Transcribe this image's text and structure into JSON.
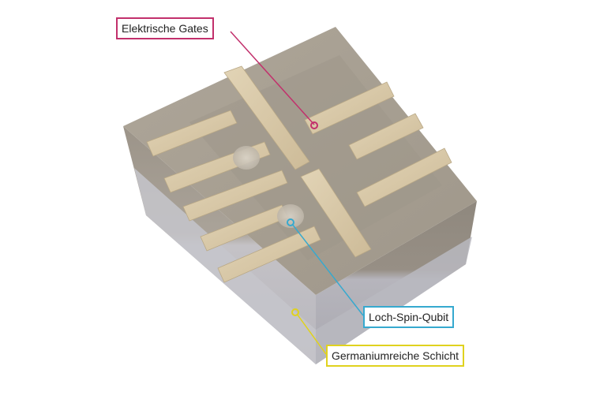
{
  "labels": {
    "gates": "Elektrische Gates",
    "qubit": "Loch-Spin-Qubit",
    "layer": "Germaniumreiche Schicht"
  },
  "colors": {
    "gates_accent": "#c2306c",
    "qubit_accent": "#36a9cf",
    "layer_accent": "#e0d21e",
    "chip_top": "#a79f92",
    "chip_side_upper": "#9d968b",
    "chip_side_lower": "#c9c8ce",
    "gate_metal": "#d8c8a8"
  }
}
